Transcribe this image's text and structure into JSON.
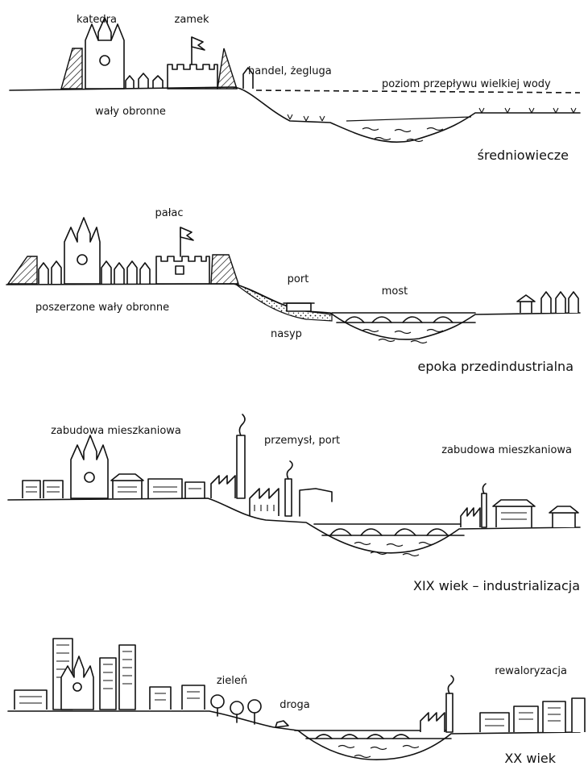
{
  "panels": [
    {
      "era": "średniowiecze",
      "labels": {
        "cathedral": "katedra",
        "castle": "zamek",
        "trade": "handel, żegluga",
        "flood": "poziom przepływu wielkiej wody",
        "walls": "wały obronne"
      }
    },
    {
      "era": "epoka przedindustrialna",
      "labels": {
        "palace": "pałac",
        "port": "port",
        "bridge": "most",
        "walls": "poszerzone wały obronne",
        "embankment": "nasyp"
      }
    },
    {
      "era": "XIX wiek – industrializacja",
      "labels": {
        "housing_left": "zabudowa mieszkaniowa",
        "industry": "przemysł, port",
        "housing_right": "zabudowa mieszkaniowa"
      }
    },
    {
      "era": "XX wiek",
      "labels": {
        "greenery": "zieleń",
        "road": "droga",
        "revitalization": "rewaloryzacja"
      }
    }
  ]
}
